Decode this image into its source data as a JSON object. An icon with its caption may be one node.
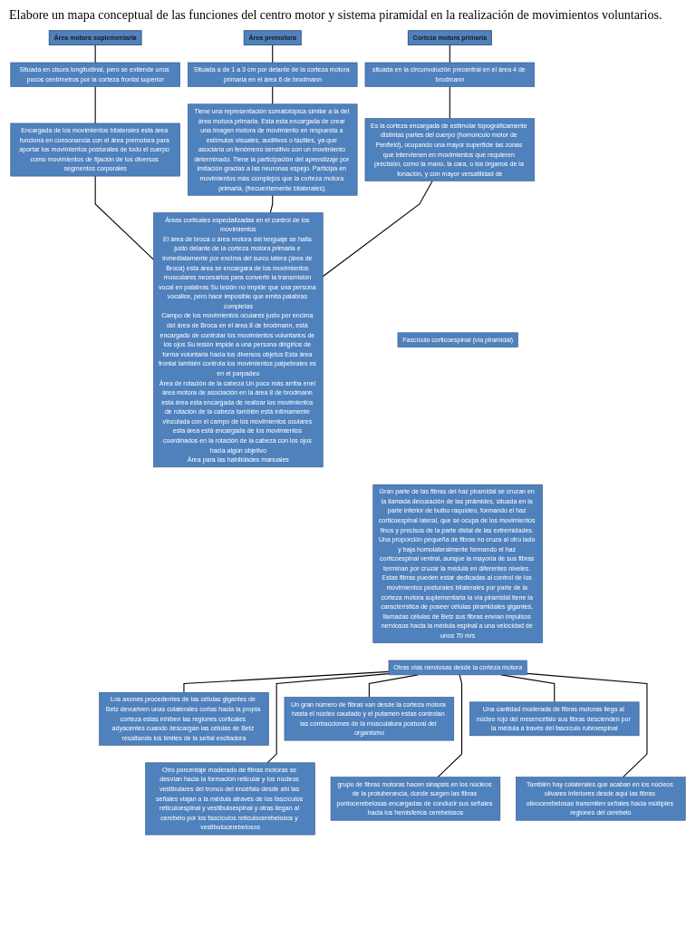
{
  "diagram": {
    "title": "Elabore un mapa conceptual de las funciones del centro motor y sistema piramidal en la realización de movimientos voluntarios.",
    "nodes": [
      {
        "text": [
          "Corteza motora primaria"
        ]
      },
      {
        "text": [
          "situada en la circunvolución precentral en el área 4 de brodmann"
        ]
      },
      {
        "text": [
          "Es la corteza encargada de estimular topográficamente distintas partes del cuerpo (homúnculo motor de Penfield), ocupando una mayor superficie las zonas que intervienen en movimientos que requieren precisión, como la mano, la cara, o los órganos de la fonación, y con mayor versatilidad de"
        ]
      },
      {
        "text": [
          "Área premotora"
        ]
      },
      {
        "text": [
          "Situada a de 1 a 3 cm por delante de la corteza motora primaria en el área 6 de brodmann"
        ]
      },
      {
        "text": [
          "Tiene una representación somatotópica similar a la del área motora primaria. Esta esta encargada de crear una imagen motora de movimiento en respuesta a estímulos visuales, auditivos o táctiles, ya que asociaría un fenómeno sensitivo con un movimiento determinado. Tiene la participación del aprendizaje por imitación gracias a las neuronas espejo. Participa en movimientos más complejos que la corteza motora primaria, (frecuentemente bilaterales)."
        ]
      },
      {
        "text": [
          "Área motora suplementaria"
        ]
      },
      {
        "text": [
          "Situada en cisura longitudinal, pero se extiende unos pocos centímetros por la corteza frontal superior"
        ]
      },
      {
        "text": [
          "Encargada de los movimientos bilaterales esta área funciona en consonancia con el área premotora para aportar los movimientos posturales de todo el cuerpo como movimientos de fijación de los diversos segmentos corporales"
        ]
      },
      {
        "text": [
          "Áreas corticales especializadas en el control de los movimientos",
          "El área de broca o área motora del lenguaje se halla justo delante de la corteza motora primaria e inmediatamente por encima del surco latera (área de Broca) esta área se encargara de los movimientos musculares necesarios para convertir la transmisión vocal en palabras Su lesión no impide que una persona vocalice, pero hace imposible que emita palabras completas",
          "Campo de los movimientos oculares justo por encima del área de Broca en el área 8 de brodmann, está encargado de controlar los movimientos voluntarios de los ojos Su lesión impide a una persona dirigirlos de forma voluntaria hacia los diversos objetos Esta área frontal también controla los movimientos palpebrales es en el parpadeo",
          "Área de rotación de la cabeza Un poco más arriba enel área motora de asociación en la área 8 de brodmann esta área esta encargada de realizar los movimientos de rotación de la cabeza también está íntimamente vinculada con el campo de los movimientos oculares esta área está encargada de los movimientos coordinados en la rotación de la cabeza con los ojos hacia algún objetivo",
          "Área para las habilidades manuales"
        ]
      },
      {
        "text": [
          "Fascículo corticoespinal (vía piramidal)"
        ]
      },
      {
        "text": [
          "Gran parte de las fibras del haz piramidal se cruzan en la llamada decusación de las pirámides, situada en la parte inferior de bulbo raquídeo, formando el haz corticoespinal lateral, que se ocupa de los movimientos finos y precisos de la parte distal de las extremidades. Una proporción pequeña de fibras no cruza al otro lado y baja homolateralmente formando el haz corticoespinal ventral, aunque la mayoría de sus fibras terminan por cruzar la médula en diferentes niveles. Estas fibras pueden estar dedicadas al control de los movimientos posturales bilaterales por parte de la corteza motora suplementaria la vía piramidal tiene la característica de poseer células piramidales gigantes, llamadas células de Betz sus fibras envían impulsos nerviosos hacia la médula espinal a una velocidad de unos 70 m/s"
        ]
      },
      {
        "text": [
          "Otras vías nerviosas desde la corteza motora"
        ]
      },
      {
        "text": [
          "Los axones procedentes de las células gigantes de Betz devuelven unas colaterales cortas hacia la propia corteza estas inhiben las regiones corticales adyacentes cuando descargan las células de Betz resaltando los límites de la señal excitadora"
        ]
      },
      {
        "text": [
          "Un gran número de fibras van desde la corteza motora hasta el núcleo caudado y el putamen estas controlan las contracciones de la musculatura postural del organismo"
        ]
      },
      {
        "text": [
          "Una cantidad moderada de fibras motoras llega al núcleo rojo del mesencéfalo sus fibras descienden por la médula a través del fascículo rubroespinal"
        ]
      },
      {
        "text": [
          "Otro porcentaje moderado de fibras motoras se desvían hacia la formación reticular y los núcleos vestibulares del tronco del encéfalo desde ahí las señales viajan a la médula através de los fascículos reticuloespinal y vestibuloespinal y otras llegan al cerebelo por los fascículos reticulocerebelosos y vestibulocerebelosos"
        ]
      },
      {
        "text": [
          "grupo de fibras motoras hacen sinapsis en los núcleos de la protuberancia, donde surgen las fibras pontocerebelosas encargadas de conducir sus señales hacia los hemisferios cerebelosos"
        ]
      },
      {
        "text": [
          "También hay colaterales que acaban en los núcleos olivares inferiores desde aquí las fibras olivocerebelosas transmiten señales hacia múltiples regiones del cerebelo"
        ]
      }
    ],
    "edges": [
      {
        "from": 0,
        "to": 1,
        "arrow": "none"
      },
      {
        "from": 1,
        "to": 2,
        "arrow": "none"
      },
      {
        "from": 3,
        "to": 4,
        "arrow": "none"
      },
      {
        "from": 4,
        "to": 5,
        "arrow": "none"
      },
      {
        "from": 6,
        "to": 7,
        "arrow": "none"
      },
      {
        "from": 7,
        "to": 8,
        "arrow": "none"
      },
      {
        "from": 2,
        "to": 9,
        "arrow": "none"
      },
      {
        "from": 5,
        "to": 9,
        "arrow": "none"
      },
      {
        "from": 8,
        "to": 9,
        "arrow": "none"
      },
      {
        "from": 12,
        "to": 13,
        "arrow": "none"
      },
      {
        "from": 12,
        "to": 14,
        "arrow": "none"
      },
      {
        "from": 12,
        "to": 15,
        "arrow": "none"
      },
      {
        "from": 12,
        "to": 16,
        "arrow": "none"
      },
      {
        "from": 12,
        "to": 17,
        "arrow": "none"
      },
      {
        "from": 12,
        "to": 18,
        "arrow": "none"
      }
    ]
  }
}
